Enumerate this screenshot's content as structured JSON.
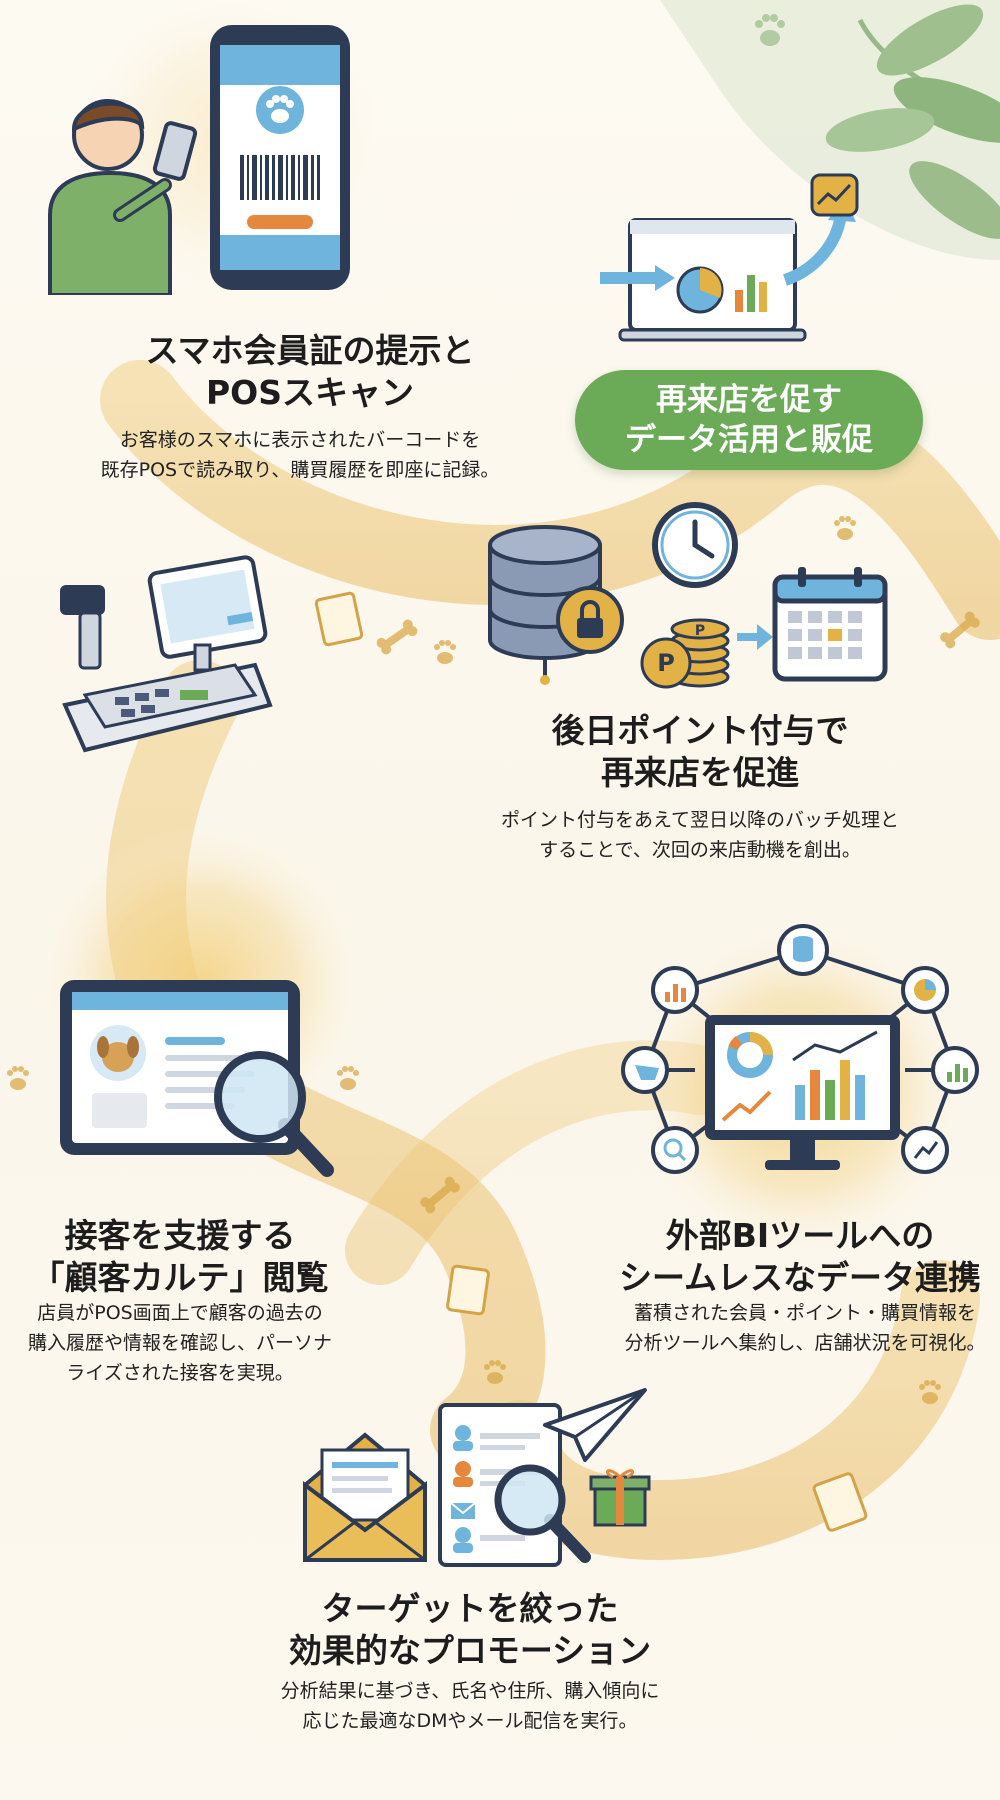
{
  "banner": {
    "line1": "再来店を促す",
    "line2": "データ活用と販促"
  },
  "steps": [
    {
      "id": "pos-scan",
      "title_lines": [
        "スマホ会員証の提示と",
        "POSスキャン"
      ],
      "desc_lines": [
        "お客様のスマホに表示されたバーコードを",
        "既存POSで読み取り、購買履歴を即座に記録。"
      ]
    },
    {
      "id": "deferred-points",
      "title_lines": [
        "後日ポイント付与で",
        "再来店を促進"
      ],
      "desc_lines": [
        "ポイント付与をあえて翌日以降のバッチ処理と",
        "することで、次回の来店動機を創出。"
      ]
    },
    {
      "id": "customer-chart",
      "title_lines": [
        "接客を支援する",
        "「顧客カルテ」閲覧"
      ],
      "desc_lines": [
        "店員がPOS画面上で顧客の過去の",
        "購入履歴や情報を確認し、パーソナ",
        "ライズされた接客を実現。"
      ]
    },
    {
      "id": "bi-integration",
      "title_lines": [
        "外部BIツールへの",
        "シームレスなデータ連携"
      ],
      "desc_lines": [
        "蓄積された会員・ポイント・購買情報を",
        "分析ツールへ集約し、店舗状況を可視化。"
      ]
    },
    {
      "id": "targeted-promotion",
      "title_lines": [
        "ターゲットを絞った",
        "効果的なプロモーション"
      ],
      "desc_lines": [
        "分析結果に基づき、氏名や住所、購入傾向に",
        "応じた最適なDMやメール配信を実行。"
      ]
    }
  ],
  "icons": [
    "paw-icon",
    "smartphone-barcode-icon",
    "person-icon",
    "analytics-laptop-icon",
    "database-lock-icon",
    "clock-icon",
    "point-coin-icon",
    "calendar-icon",
    "pos-register-icon",
    "tablet-customer-icon",
    "magnifier-icon",
    "monitor-dashboard-icon",
    "envelope-icon",
    "document-list-icon",
    "paper-plane-icon",
    "gift-icon",
    "bone-icon",
    "leaf-icon"
  ],
  "colors": {
    "path": "#ecc677",
    "accent_green": "#6bab58",
    "accent_orange": "#e5883e",
    "screen_blue": "#6fb4dc",
    "navy_outline": "#2d3b55",
    "gold": "#e2b247"
  }
}
